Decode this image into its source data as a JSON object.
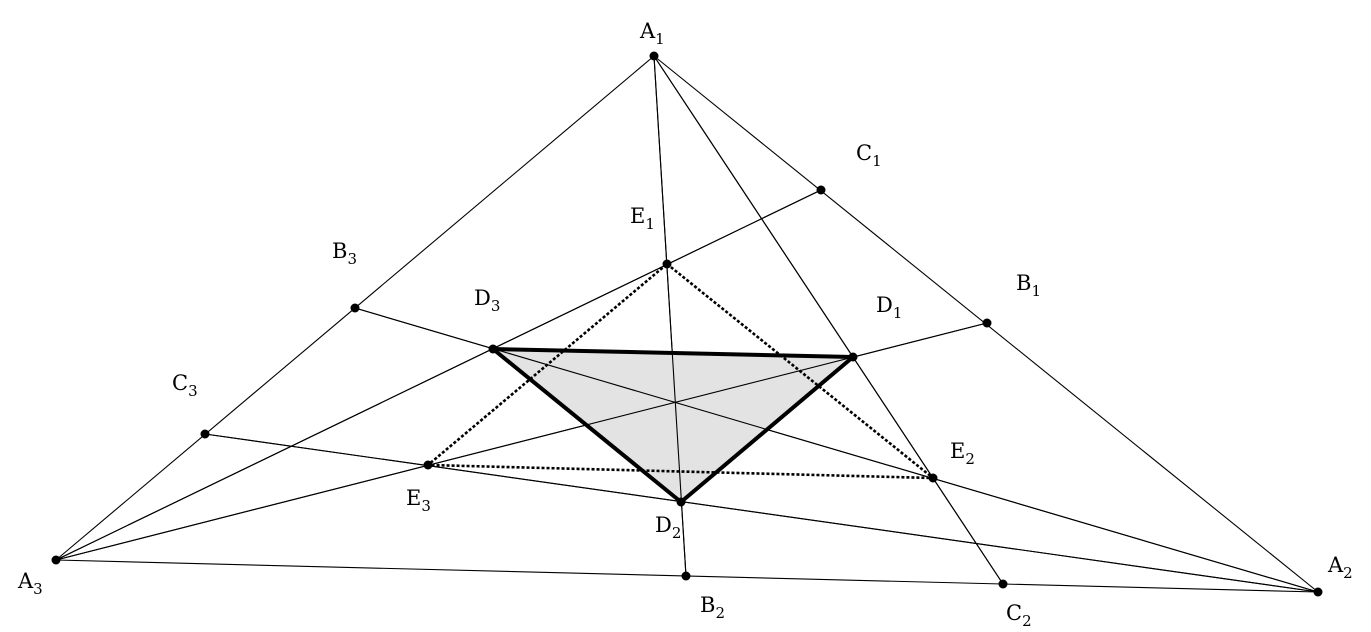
{
  "points": {
    "A1": {
      "letter": "A",
      "sub": "1"
    },
    "A2": {
      "letter": "A",
      "sub": "2"
    },
    "A3": {
      "letter": "A",
      "sub": "3"
    },
    "B1": {
      "letter": "B",
      "sub": "1"
    },
    "B2": {
      "letter": "B",
      "sub": "2"
    },
    "B3": {
      "letter": "B",
      "sub": "3"
    },
    "C1": {
      "letter": "C",
      "sub": "1"
    },
    "C2": {
      "letter": "C",
      "sub": "2"
    },
    "C3": {
      "letter": "C",
      "sub": "3"
    },
    "D1": {
      "letter": "D",
      "sub": "1"
    },
    "D2": {
      "letter": "D",
      "sub": "2"
    },
    "D3": {
      "letter": "D",
      "sub": "3"
    },
    "E1": {
      "letter": "E",
      "sub": "1"
    },
    "E2": {
      "letter": "E",
      "sub": "2"
    },
    "E3": {
      "letter": "E",
      "sub": "3"
    }
  },
  "segments": [
    [
      "A1",
      "A2"
    ],
    [
      "A2",
      "A3"
    ],
    [
      "A3",
      "A1"
    ],
    [
      "A1",
      "B2"
    ],
    [
      "A1",
      "C2"
    ],
    [
      "A3",
      "C1"
    ],
    [
      "A3",
      "B1"
    ],
    [
      "A2",
      "B3"
    ],
    [
      "A2",
      "C3"
    ]
  ],
  "shaded_triangle": [
    "D1",
    "D2",
    "D3"
  ],
  "dashed_triangle": [
    "E1",
    "E2",
    "E3"
  ],
  "colors": {
    "fill": "#e3e3e3",
    "stroke": "#000000"
  }
}
